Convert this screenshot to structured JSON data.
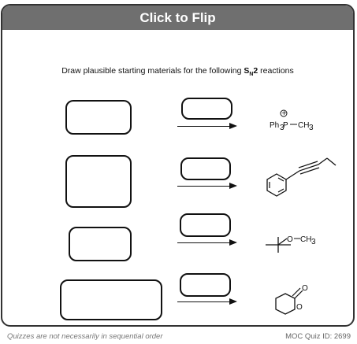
{
  "card": {
    "header": "Click to Flip",
    "instruction_pre": "Draw plausible starting materials for the following ",
    "instruction_sn": "S",
    "instruction_sub": "N",
    "instruction_two": "2",
    "instruction_post": " reactions"
  },
  "products": [
    {
      "label_ph3p": "Ph",
      "label_sub3": "3",
      "label_p": "P",
      "label_ch": "CH",
      "label_ch_sub": "3",
      "label_charge": "+"
    },
    {
      "structure": "phenyl-butyne"
    },
    {
      "label_o": "O",
      "label_ch3": "CH",
      "label_ch3_sub": "3"
    },
    {
      "label_o": "O"
    }
  ],
  "footer": {
    "disclaimer": "Quizzes are not necessarily in sequential order",
    "quiz_id": "MOC Quiz ID: 2699"
  }
}
